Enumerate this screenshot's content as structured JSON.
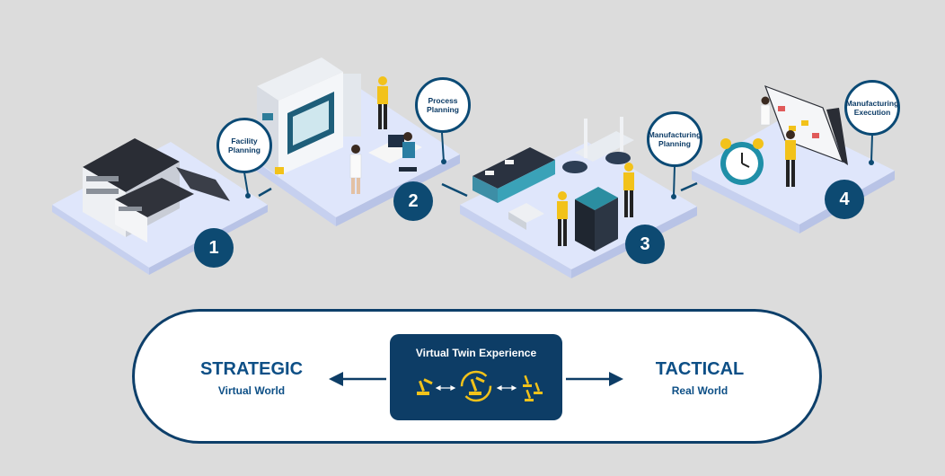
{
  "steps": [
    {
      "number": "1",
      "label": "Facility Planning"
    },
    {
      "number": "2",
      "label": "Process Planning"
    },
    {
      "number": "3",
      "label": "Manufacturing Planning"
    },
    {
      "number": "4",
      "label": "Manufacturing Execution"
    }
  ],
  "strategic": {
    "title": "STRATEGIC",
    "subtitle": "Virtual World"
  },
  "tactical": {
    "title": "TACTICAL",
    "subtitle": "Real World"
  },
  "virtual_twin": {
    "title": "Virtual Twin Experience"
  },
  "colors": {
    "navy": "#0d4a72",
    "accent_yellow": "#f2c21a",
    "platform": "#dfe6fb",
    "text_blue": "#0d4f86"
  }
}
